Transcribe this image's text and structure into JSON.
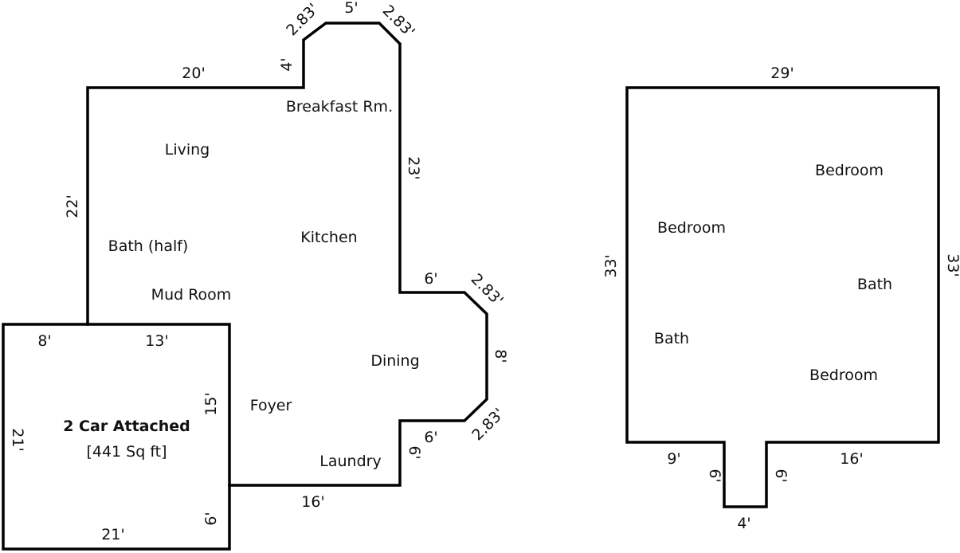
{
  "colors": {
    "walls": "#000000",
    "text": "#111111",
    "background": "#ffffff"
  },
  "first_floor": {
    "dimensions": {
      "top_left_wall": "20'",
      "step_up": "4'",
      "bay_left_diag": "2.83'",
      "bay_top": "5'",
      "bay_right_diag": "2.83'",
      "right_upper": "23'",
      "left_wall": "22'",
      "dining_step": "6'",
      "dining_diag_top": "2.83'",
      "dining_right": "8'",
      "dining_diag_bottom": "2.83'",
      "laundry_step": "6'",
      "laundry_drop": "6'",
      "bottom_wall": "16'",
      "garage_top_left": "8'",
      "garage_top_right": "13'",
      "garage_inner_side": "15'",
      "garage_left": "21'",
      "garage_bottom": "21'",
      "garage_lower_right": "6'"
    },
    "rooms": {
      "breakfast": "Breakfast Rm.",
      "living": "Living",
      "kitchen": "Kitchen",
      "bath_half": "Bath (half)",
      "mud_room": "Mud Room",
      "dining": "Dining",
      "foyer": "Foyer",
      "laundry": "Laundry"
    },
    "garage": {
      "title": "2 Car Attached",
      "area": "[441 Sq ft]"
    }
  },
  "second_floor": {
    "dimensions": {
      "top": "29'",
      "left": "33'",
      "right": "33'",
      "bottom_left": "9'",
      "notch_left": "6'",
      "notch_bottom": "4'",
      "notch_right": "6'",
      "bottom_right": "16'"
    },
    "rooms": {
      "bedroom_1": "Bedroom",
      "bedroom_2": "Bedroom",
      "bath_1": "Bath",
      "bath_2": "Bath",
      "bedroom_3": "Bedroom"
    }
  }
}
